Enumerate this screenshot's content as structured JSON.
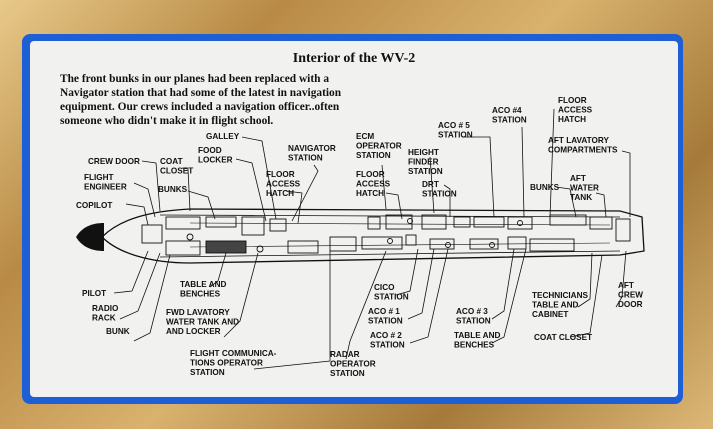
{
  "title": "Interior of the WV-2",
  "caption": [
    "The front bunks in our planes had been replaced with a",
    "Navigator station that had some of the latest in navigation",
    "equipment.  Our crews included a navigation officer..often",
    "someone who didn't make it in flight school."
  ],
  "labels": {
    "crew_door": [
      "CREW DOOR"
    ],
    "coat_closet_fwd": [
      "COAT",
      "CLOSET"
    ],
    "flight_engineer": [
      "FLIGHT",
      "ENGINEER"
    ],
    "bunks_fwd": [
      "BUNKS"
    ],
    "copilot": [
      "COPILOT"
    ],
    "galley": [
      "GALLEY"
    ],
    "food_locker": [
      "FOOD",
      "LOCKER"
    ],
    "navigator_station": [
      "NAVIGATOR",
      "STATION"
    ],
    "floor_access_hatch_fwd": [
      "FLOOR",
      "ACCESS",
      "HATCH"
    ],
    "ecm_operator_station": [
      "ECM",
      "OPERATOR",
      "STATION"
    ],
    "floor_access_hatch_mid": [
      "FLOOR",
      "ACCESS",
      "HATCH"
    ],
    "height_finder_station": [
      "HEIGHT",
      "FINDER",
      "STATION"
    ],
    "drt_station": [
      "DRT",
      "STATION"
    ],
    "aco5_station": [
      "ACO # 5",
      "STATION"
    ],
    "aco4_station": [
      "ACO #4",
      "STATION"
    ],
    "floor_access_hatch_aft": [
      "FLOOR",
      "ACCESS",
      "HATCH"
    ],
    "aft_lavatory": [
      "AFT LAVATORY",
      "COMPARTMENTS"
    ],
    "bunks_aft": [
      "BUNKS"
    ],
    "aft_water_tank": [
      "AFT",
      "WATER",
      "TANK"
    ],
    "pilot": [
      "PILOT"
    ],
    "radio_rack": [
      "RADIO",
      "RACK"
    ],
    "bunk": [
      "BUNK"
    ],
    "table_benches_fwd": [
      "TABLE AND",
      "BENCHES"
    ],
    "fwd_lavatory": [
      "FWD LAVATORY",
      "WATER TANK AND",
      "AND LOCKER"
    ],
    "flight_comm_station": [
      "FLIGHT COMMUNICA-",
      "TIONS OPERATOR",
      "STATION"
    ],
    "radar_operator_station": [
      "RADAR",
      "OPERATOR",
      "STATION"
    ],
    "cico_station": [
      "CICO",
      "STATION"
    ],
    "aco1_station": [
      "ACO # 1",
      "STATION"
    ],
    "aco2_station": [
      "ACO # 2",
      "STATION"
    ],
    "aco3_station": [
      "ACO # 3",
      "STATION"
    ],
    "table_benches_aft": [
      "TABLE AND",
      "BENCHES"
    ],
    "technicians_table": [
      "TECHNICIANS",
      "TABLE AND",
      "CABINET"
    ],
    "aft_crew_door": [
      "AFT",
      "CREW",
      "DOOR"
    ],
    "coat_closet_aft": [
      "COAT CLOSET"
    ]
  }
}
